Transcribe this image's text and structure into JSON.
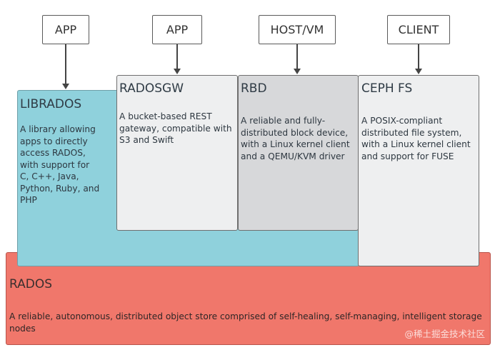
{
  "colors": {
    "rados_fill": "#f0776b",
    "librados_fill": "#8fd1dc",
    "radosgw_fill": "#eeeff0",
    "rbd_fill": "#d7d8da",
    "cephfs_fill": "#eeeff0",
    "arrow": "#444444"
  },
  "consumers": {
    "app1": "APP",
    "app2": "APP",
    "host_vm": "HOST/VM",
    "client": "CLIENT"
  },
  "librados": {
    "title": "LIBRADOS",
    "description": "A library allowing apps to directly access RADOS, with support for C, C++, Java, Python, Ruby, and PHP"
  },
  "radosgw": {
    "title": "RADOSGW",
    "description": "A bucket-based REST gateway, compatible with S3 and Swift"
  },
  "rbd": {
    "title": "RBD",
    "description": "A reliable and fully-distributed block device, with a Linux kernel client and a QEMU/KVM driver"
  },
  "cephfs": {
    "title": "CEPH FS",
    "description": "A POSIX-compliant distributed file system, with a Linux kernel client and support for FUSE"
  },
  "rados": {
    "title": "RADOS",
    "description": "A reliable, autonomous, distributed object store comprised of self-healing, self-managing, intelligent storage nodes"
  },
  "watermark": "@稀土掘金技术社区"
}
